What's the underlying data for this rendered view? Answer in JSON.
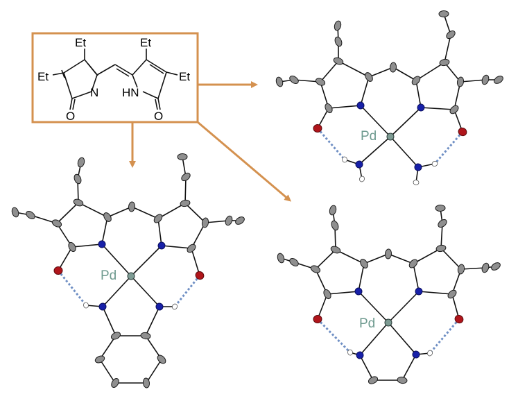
{
  "ligand": {
    "labels": {
      "et_top_left": "Et",
      "et_top_right": "Et",
      "et_left": "Et",
      "et_right": "Et",
      "n_imine": "N",
      "nh_amine": "HN",
      "o_left": "O",
      "o_right": "O"
    }
  },
  "complexes": [
    {
      "metal_label": "Pd"
    },
    {
      "metal_label": "Pd"
    },
    {
      "metal_label": "Pd"
    }
  ],
  "colors": {
    "frame": "#d4914f",
    "arrow": "#d4914f",
    "metal_label": "#6e9a8f",
    "carbon": "#8f8f8f",
    "nitrogen": "#1720a8",
    "oxygen": "#b0151b",
    "hydrogen": "#ffffff",
    "h_bond": "#6f8fc4"
  }
}
